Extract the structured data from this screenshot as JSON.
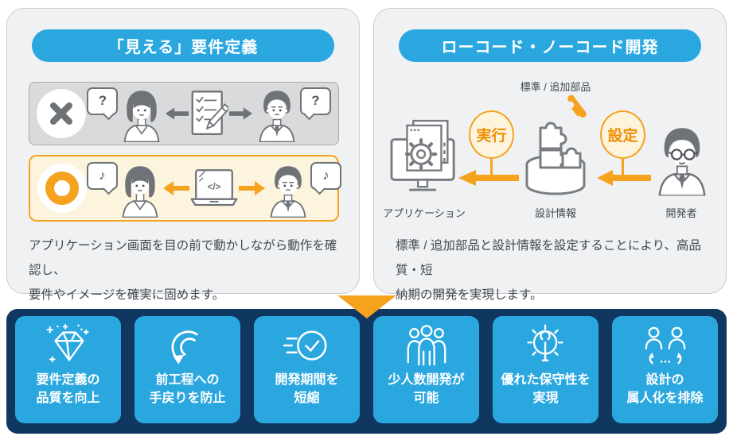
{
  "colors": {
    "accent_blue": "#2BA7E0",
    "navy": "#0F3760",
    "orange": "#F5A21F",
    "cream": "#FDF4DE",
    "gray_row": "#D8DADB",
    "panel_bg": "#F0F1F2",
    "text": "#3F4852"
  },
  "left_panel": {
    "title": "「見える」要件定義",
    "bad": {
      "bubble_left": "?",
      "bubble_right": "?"
    },
    "good": {
      "bubble_left": "♪",
      "bubble_right": "♪",
      "laptop_code": "</>"
    },
    "description": [
      "アプリケーション画面を目の前で動かしながら動作を確認し、",
      "要件やイメージを確実に固めます。"
    ]
  },
  "right_panel": {
    "title": "ローコード・ノーコード開発",
    "parts_label": "標準 / 追加部品",
    "badge_execute": "実行",
    "badge_configure": "設定",
    "label_application": "アプリケーション",
    "label_design_info": "設計情報",
    "label_developer": "開発者",
    "description": [
      "標準 / 追加部品と設計情報を設定することにより、高品質・短",
      "納期の開発を実現します。"
    ]
  },
  "benefits": [
    {
      "icon": "diamond-icon",
      "label": [
        "要件定義の",
        "品質を向上"
      ]
    },
    {
      "icon": "undo-arrow-icon",
      "label": [
        "前工程への",
        "手戻りを防止"
      ]
    },
    {
      "icon": "clock-speed-icon",
      "label": [
        "開発期間を",
        "短縮"
      ]
    },
    {
      "icon": "people-group-icon",
      "label": [
        "少人数開発が",
        "可能"
      ]
    },
    {
      "icon": "gear-wrench-icon",
      "label": [
        "優れた保守性を",
        "実現"
      ]
    },
    {
      "icon": "swap-people-icon",
      "label": [
        "設計の",
        "属人化を排除"
      ]
    }
  ]
}
